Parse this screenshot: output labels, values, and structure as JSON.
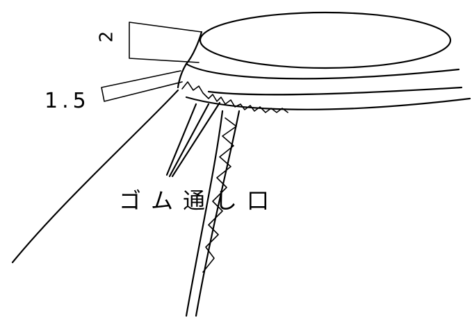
{
  "labels": {
    "height": "2",
    "width": "1.5",
    "opening": "ゴム通し口"
  },
  "colors": {
    "line": "#000000",
    "background": "#ffffff"
  }
}
